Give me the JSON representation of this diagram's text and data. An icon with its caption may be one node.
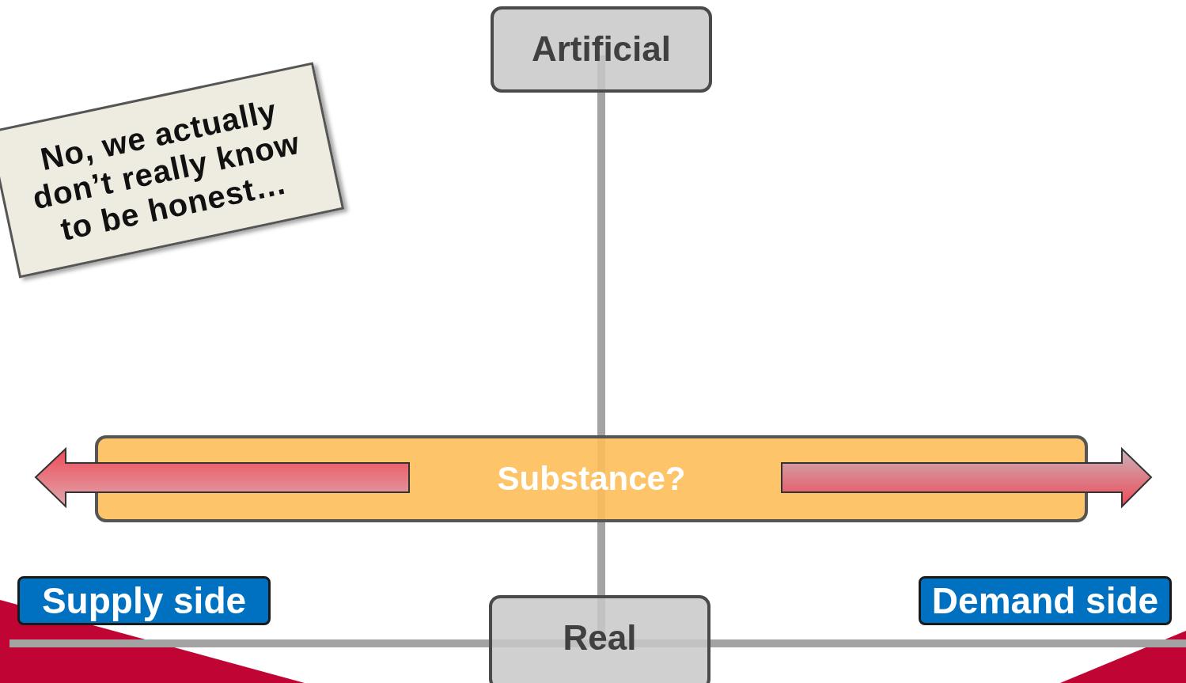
{
  "diagram": {
    "nodes": [
      {
        "text": [
          "Artificial"
        ]
      },
      {
        "text": [
          "No, we actually don’t really know to be honest…"
        ]
      },
      {
        "text": [
          "Substance?"
        ]
      },
      {
        "text": [
          "Supply side"
        ]
      },
      {
        "text": [
          "Demand side"
        ]
      },
      {
        "text": [
          "Real"
        ]
      }
    ]
  }
}
